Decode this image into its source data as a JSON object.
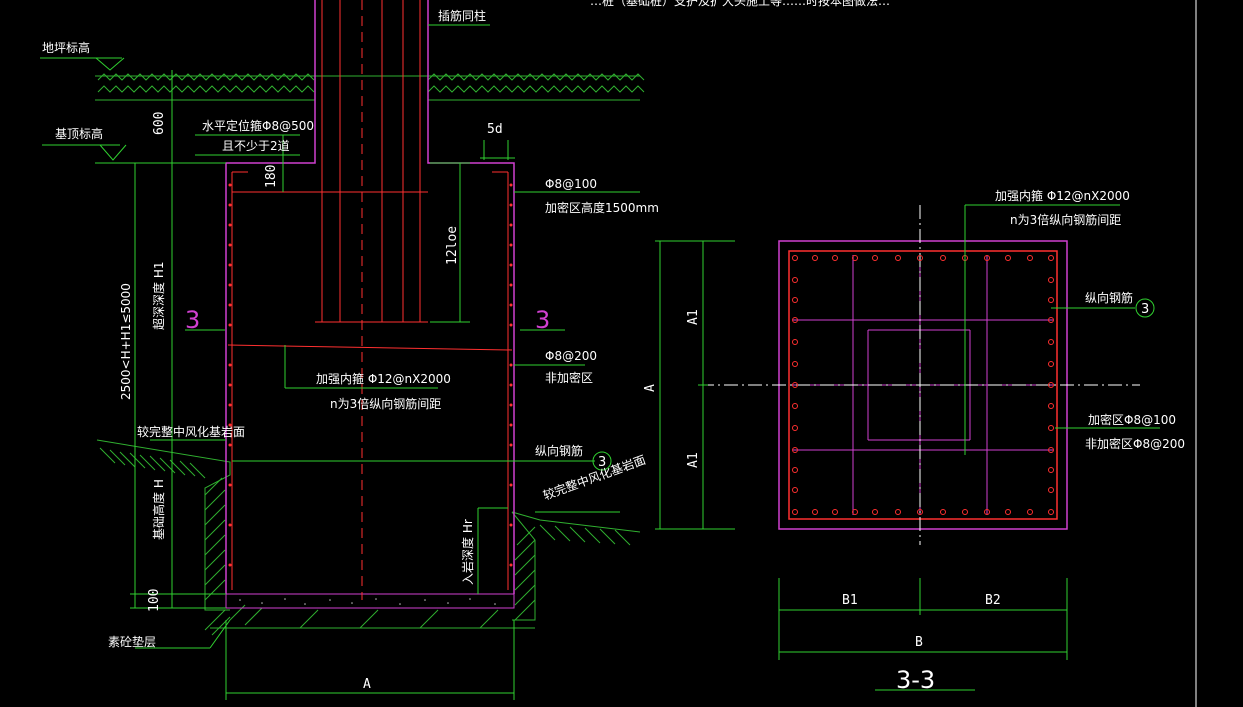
{
  "colors": {
    "background": "#000000",
    "concrete": "#d040d0",
    "rebar": "#ff3030",
    "leader": "#30d030",
    "text": "#ffffff",
    "hatch": "#30b030"
  },
  "texts": {
    "top_note": "…桩（基础桩）支护及扩大头施工等……时按本图做法…",
    "cha_jin_jian_zhu": "插筋同柱",
    "di_ping_biao_gao": "地坪标高",
    "ji_ding_biao_gao": "基顶标高",
    "dim_600": "600",
    "shui_ping_ding_wei_gu": "水平定位箍Φ8@500",
    "qie_bu_shao_yu": "且不少于2道",
    "dim_5d": "5d",
    "dim_180": "180",
    "gu_jia_mi": "Φ8@100",
    "jia_mi_qu_gao_du": "加密区高度1500mm",
    "dim_12loe": "12loe",
    "chao_ju_shen_du": "超深深度 H1",
    "section_mark_left": "3",
    "section_mark_right": "3",
    "range_2500": "2500<H+H1≤5000",
    "jia_qiang_nei_gu": "加强内箍 Φ12@nX2000",
    "n_wei_3_bei": "n为3倍纵向钢筋间距",
    "gu_fei_jia_mi": "Φ8@200",
    "fei_jia_mi_qu": "非加密区",
    "wan_zheng_yan_mian_left": "较完整中风化基岩面",
    "zong_xiang_gang_jin": "纵向钢筋",
    "circle_3": "3",
    "ji_chu_gao_du": "基础高度 H",
    "wan_zheng_yan_mian_right": "较完整中风化基岩面",
    "ru_yan_shen_du": "入岩深度 Hr",
    "dim_100": "100",
    "su_tong_dian_ceng": "素砼垫层",
    "dim_A_bottom": "A",
    "jia_qiang_nei_gu_sec": "加强内箍 Φ12@nX2000",
    "n_wei_3_bei_sec": "n为3倍纵向钢筋间距",
    "zong_xiang_gang_jin_sec": "纵向钢筋",
    "circle_3_sec": "3",
    "dim_A1_top": "A1",
    "dim_A1_bottom": "A1",
    "dim_A": "A",
    "jia_mi_qu_sec": "加密区Φ8@100",
    "fei_jia_mi_qu_sec": "非加密区Φ8@200",
    "dim_B1": "B1",
    "dim_B2": "B2",
    "dim_B": "B",
    "section_title": "3-3"
  }
}
